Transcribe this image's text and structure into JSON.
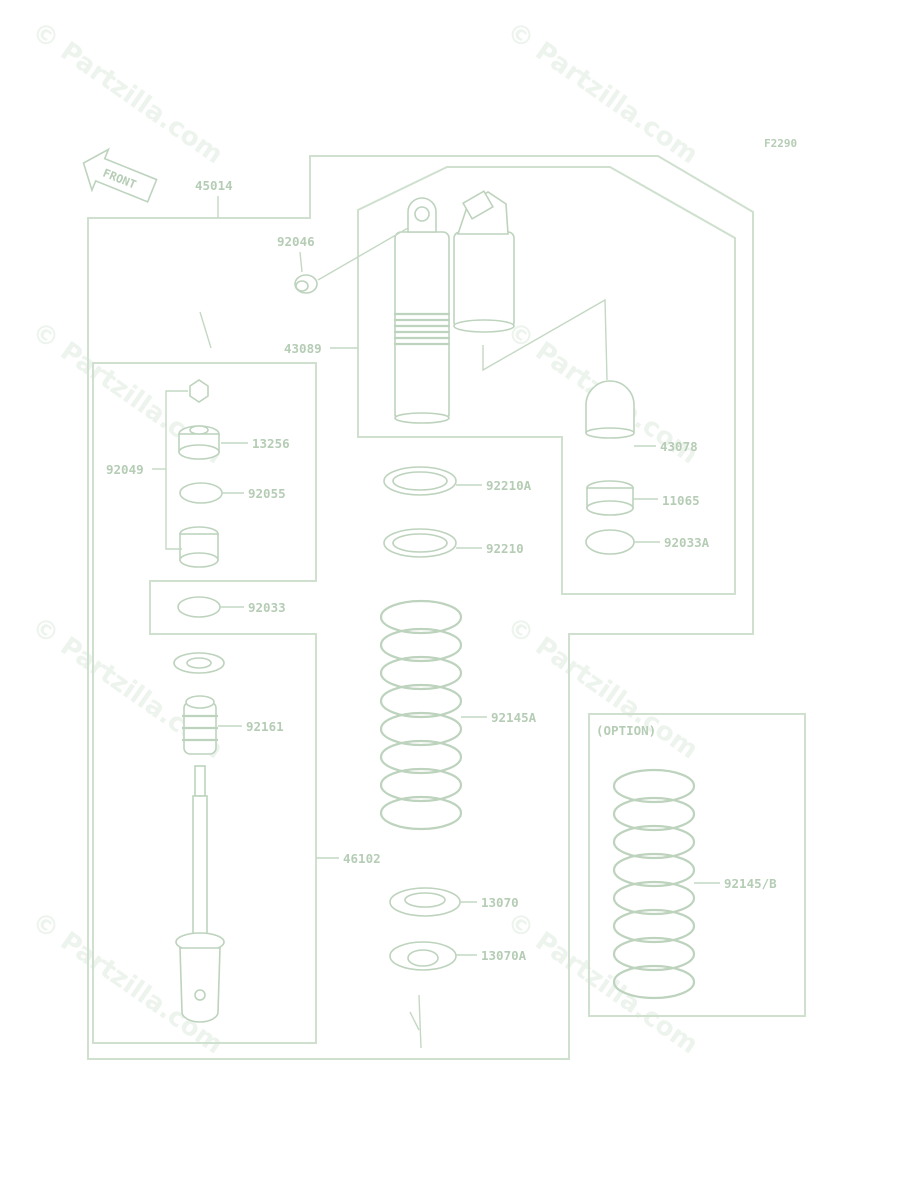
{
  "diagram_code": "F2290",
  "front_marker": "FRONT",
  "option_label": "(OPTION)",
  "watermark": "© Partzilla.com",
  "parts": {
    "p45014": "45014",
    "p92046": "92046",
    "p43089": "43089",
    "p43078": "43078",
    "p11065": "11065",
    "p92033A": "92033A",
    "p13256": "13256",
    "p92049": "92049",
    "p92055": "92055",
    "p92210A": "92210A",
    "p92210": "92210",
    "p92033": "92033",
    "p92161": "92161",
    "p92145A": "92145A",
    "p46102": "46102",
    "p13070": "13070",
    "p13070A": "13070A",
    "p92145B": "92145/B"
  }
}
